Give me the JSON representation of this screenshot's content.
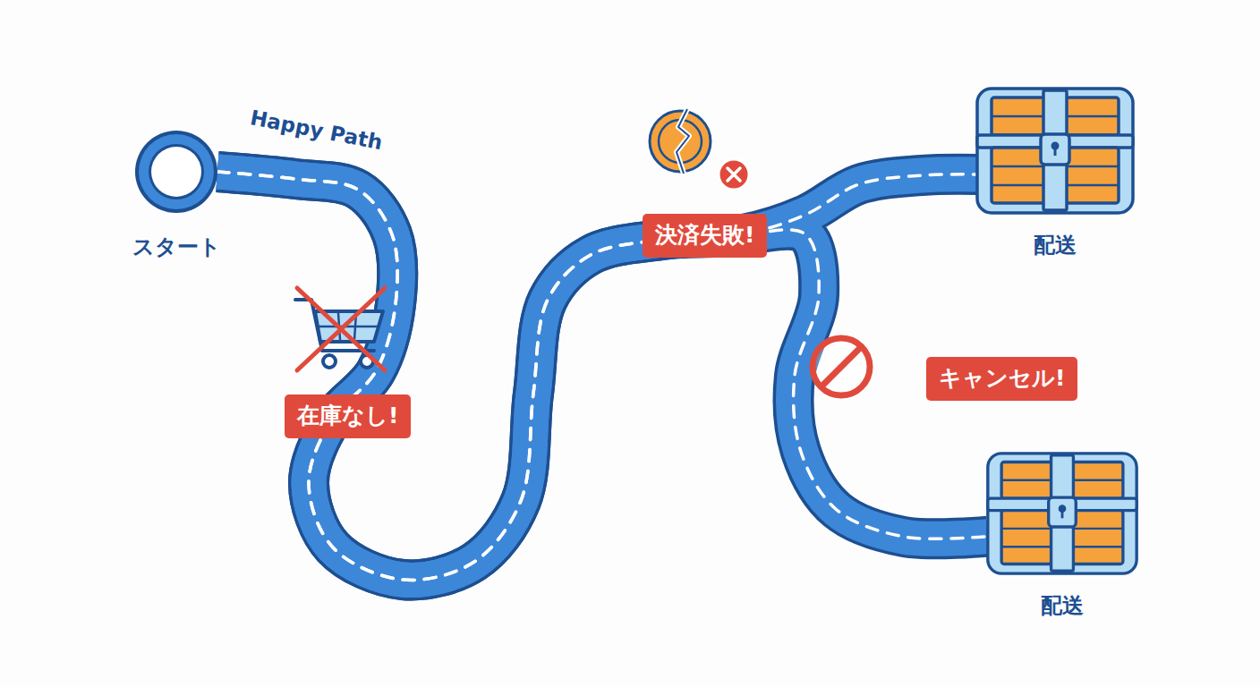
{
  "diagram": {
    "nodes": [
      {
        "text": [
          "スタート"
        ]
      },
      {
        "text": [
          "在庫なし!"
        ]
      },
      {
        "text": [
          "決済失敗!"
        ]
      },
      {
        "text": [
          "キャンセル!"
        ]
      },
      {
        "text": [
          "配送"
        ]
      },
      {
        "text": [
          "配送"
        ]
      }
    ],
    "edges": [
      {
        "from": 0,
        "to": 4,
        "arrow": "none"
      },
      {
        "from": 0,
        "to": 5,
        "arrow": "none"
      }
    ],
    "labels": [
      "Happy Path"
    ]
  }
}
